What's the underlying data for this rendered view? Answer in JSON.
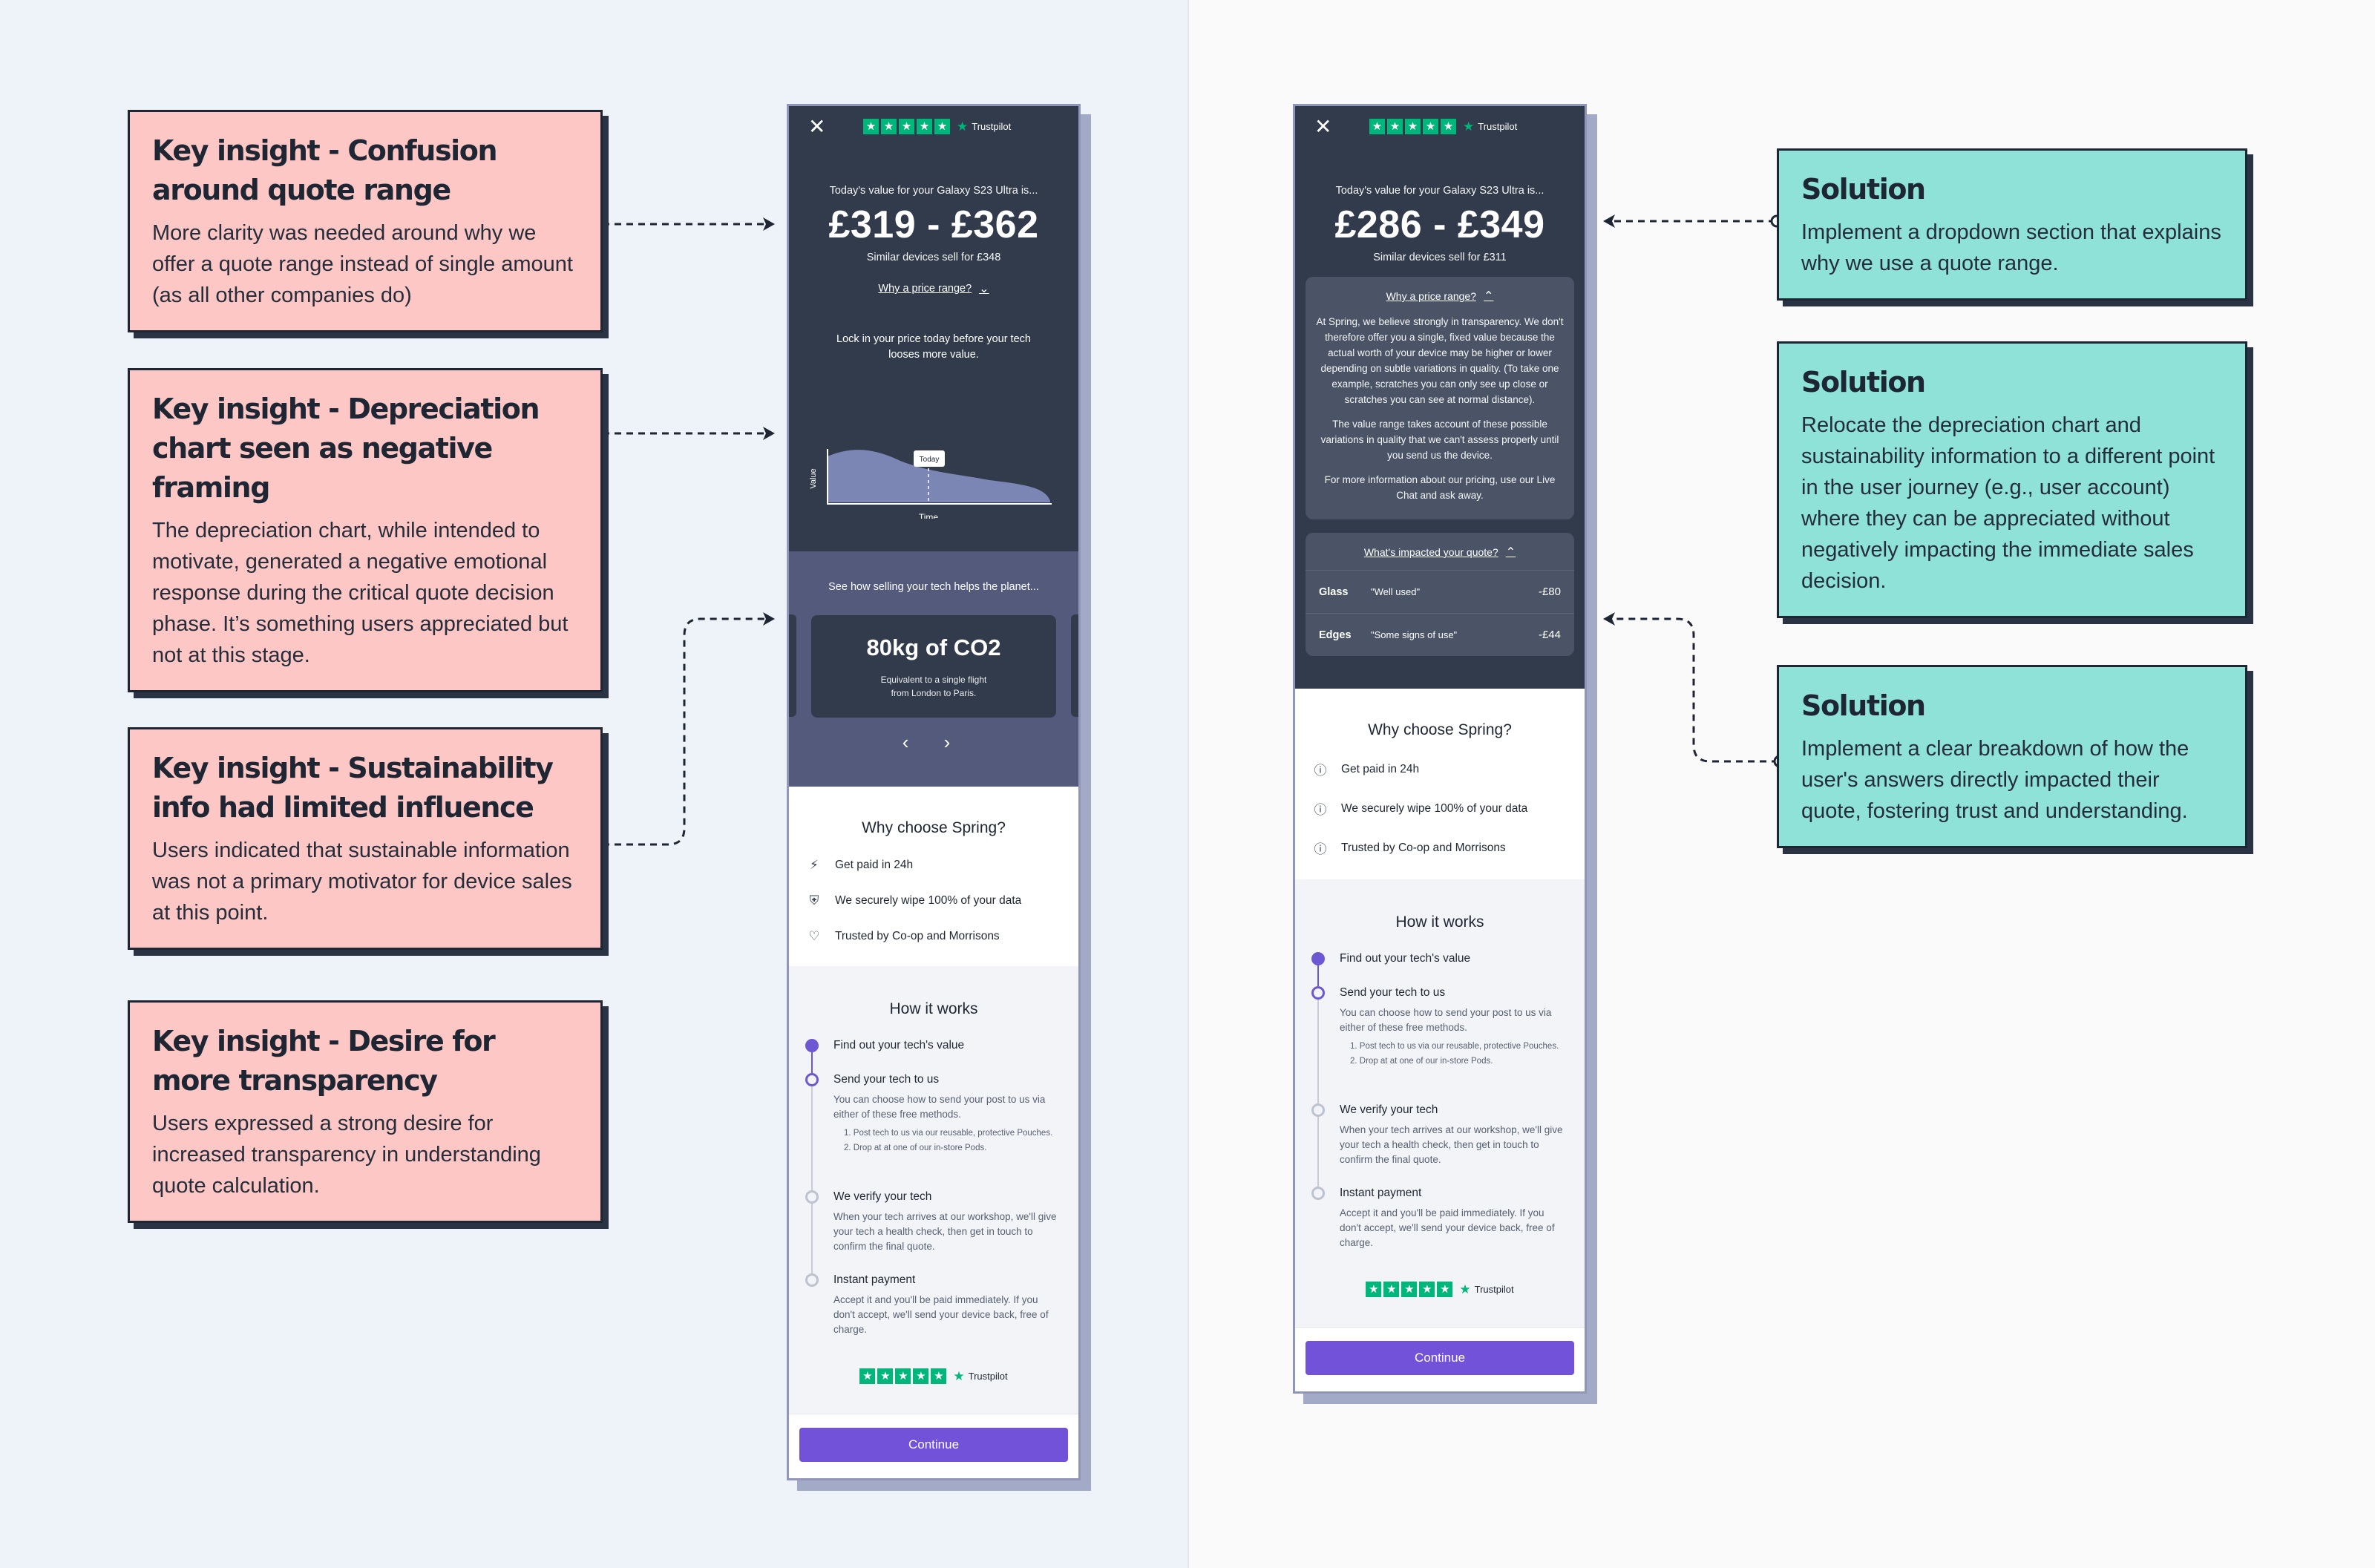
{
  "insights": [
    {
      "title": "Key insight - Confusion around quote range",
      "body": "More clarity was needed around why we offer a quote range instead of single amount (as all other companies do)"
    },
    {
      "title": "Key insight - Depreciation chart seen as negative framing",
      "body": "The depreciation chart, while intended to motivate, generated a negative emotional response during the critical quote decision phase. It’s something users appreciated but not at this stage."
    },
    {
      "title": "Key insight - Sustainability info had limited influence",
      "body": "Users indicated that sustainable information was not a primary motivator for device sales at this point."
    },
    {
      "title": "Key insight - Desire for more transparency",
      "body": "Users expressed a strong desire for increased transparency in understanding quote calculation."
    }
  ],
  "solutions": [
    {
      "title": "Solution",
      "body": "Implement a dropdown section that explains why we use a quote range."
    },
    {
      "title": "Solution",
      "body": "Relocate the depreciation chart and sustainability information to a different point in the user journey (e.g., user account) where they can be appreciated without negatively impacting the immediate sales decision."
    },
    {
      "title": "Solution",
      "body": "Implement a clear breakdown of how the user's answers directly impacted their quote, fostering trust and understanding."
    }
  ],
  "trustpilot": {
    "name": "Trustpilot",
    "star": "★",
    "brand_color": "#00b67a"
  },
  "colors": {
    "accent": "#7152d8",
    "dark_panel": "#323b4b",
    "insight_card": "#fdc7c5",
    "solution_card": "#8ee2d8"
  },
  "icons": {
    "close": "✕",
    "chevron_down": "⌄",
    "chevron_up": "⌃",
    "prev": "‹",
    "next": "›"
  },
  "phone_before": {
    "subtitle": "Today's value for your Galaxy S23 Ultra is...",
    "price": "£319 - £362",
    "similar": "Similar devices sell for £348",
    "why_link": "Why a price range?",
    "lock_text": "Lock in your price today before your tech looses more value.",
    "chart": {
      "today_label": "Today",
      "ylabel": "Value",
      "xlabel": "Time"
    },
    "planet_title": "See how selling your tech helps the planet...",
    "co2_value": "80kg of CO2",
    "co2_desc": "Equivalent to a single flight from London to Paris."
  },
  "phone_after": {
    "subtitle": "Today's value for your Galaxy S23 Ultra is...",
    "price": "£286 - £349",
    "similar": "Similar devices sell for £311",
    "why_link": "Why a price range?",
    "why_p1": "At Spring, we believe strongly in transparency. We don't therefore offer you a single, fixed value because the actual worth of your device may be higher or lower depending on subtle variations in quality. (To take one example, scratches you can only see up close or scratches you can see at normal distance).",
    "why_p2": "The value range takes account of these possible variations in quality that we can't assess properly until you send us the device.",
    "why_p3": "For more information about our pricing, use our Live Chat and ask away.",
    "impact_link": "What's impacted your quote?",
    "impacts": [
      {
        "label": "Glass",
        "answer": "\"Well used\"",
        "amount": "-£80"
      },
      {
        "label": "Edges",
        "answer": "\"Some signs of use\"",
        "amount": "-£44"
      }
    ]
  },
  "why_choose": {
    "title": "Why choose Spring?",
    "features": [
      "Get paid in 24h",
      "We securely wipe 100% of your data",
      "Trusted by Co-op and Morrisons"
    ]
  },
  "how": {
    "title": "How it works",
    "steps": [
      {
        "title": "Find out your tech's value"
      },
      {
        "title": "Send your tech to us",
        "body": "You can choose how to send your post to us via either of these free methods.",
        "list": [
          "1. Post tech to us via our reusable, protective Pouches.",
          "2. Drop at at one of our in-store Pods."
        ]
      },
      {
        "title": "We verify your tech",
        "body": "When your tech arrives at our workshop, we'll give your tech a health check, then get in touch to confirm the final quote."
      },
      {
        "title": "Instant payment",
        "body": "Accept it and you'll be paid immediately. If you don't accept, we'll send your device back, free of charge."
      }
    ]
  },
  "cta": "Continue"
}
